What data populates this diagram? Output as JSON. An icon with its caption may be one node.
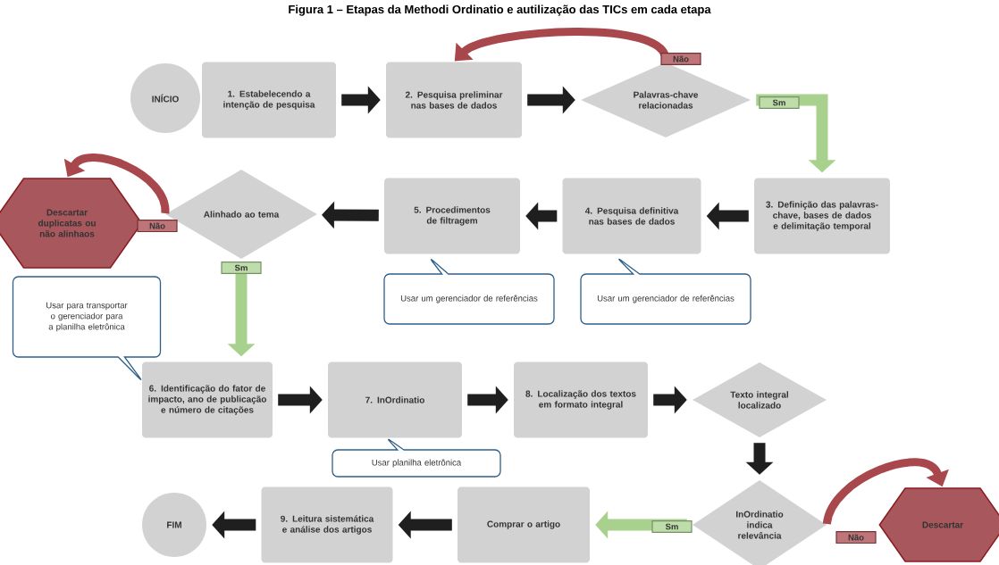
{
  "diagram": {
    "title": "Figura 1 – Etapas da Methodi Ordinatio e autilização das TICs em cada etapa",
    "nodes": [
      {
        "text": [
          "INÍCIO"
        ]
      },
      {
        "text": [
          "1. Estabelecendo a intenção de pesquisa"
        ]
      },
      {
        "text": [
          "2. Pesquisa preliminar nas bases de dados"
        ]
      },
      {
        "text": [
          "Palavras-chave relacionadas"
        ]
      },
      {
        "text": [
          "3. Definição das palavras-chave, bases de dados e delimitação temporal"
        ]
      },
      {
        "text": [
          "4. Pesquisa definitiva nas bases de dados"
        ]
      },
      {
        "text": [
          "5. Procedimentos de filtragem"
        ]
      },
      {
        "text": [
          "Alinhado ao tema"
        ]
      },
      {
        "text": [
          "Descartar duplicatas ou não alinhaos"
        ]
      },
      {
        "text": [
          "Usar para transportar o gerenciador para a planilha eletrônica"
        ]
      },
      {
        "text": [
          "Usar um gerenciador de referências"
        ]
      },
      {
        "text": [
          "Usar um gerenciador de referências"
        ]
      },
      {
        "text": [
          "6. Identificação do fator de impacto, ano de publicação e número de citações"
        ]
      },
      {
        "text": [
          "7. InOrdinatio"
        ]
      },
      {
        "text": [
          "8. Localização dos textos em formato integral"
        ]
      },
      {
        "text": [
          "Texto integral localizado"
        ]
      },
      {
        "text": [
          "Usar planilha eletrônica"
        ]
      },
      {
        "text": [
          "InOrdinatio indica relevância"
        ]
      },
      {
        "text": [
          "Comprar o artigo"
        ]
      },
      {
        "text": [
          "9. Leitura sistemática e análise dos artigos"
        ]
      },
      {
        "text": [
          "FIM"
        ]
      },
      {
        "text": [
          "Descartar"
        ]
      }
    ],
    "edges": [
      {
        "from": 1,
        "to": 2,
        "arrow": "to"
      },
      {
        "from": 2,
        "to": 3,
        "arrow": "to"
      },
      {
        "from": 3,
        "to": 2,
        "arrow": "to",
        "label": "Não",
        "color": "#a8474c"
      },
      {
        "from": 3,
        "to": 4,
        "arrow": "to",
        "label": "Sm",
        "color": "#a9d18e"
      },
      {
        "from": 4,
        "to": 5,
        "arrow": "to"
      },
      {
        "from": 5,
        "to": 6,
        "arrow": "to"
      },
      {
        "from": 6,
        "to": 7,
        "arrow": "to"
      },
      {
        "from": 7,
        "to": 8,
        "arrow": "to",
        "label": "Não",
        "color": "#a8474c"
      },
      {
        "from": 7,
        "to": 12,
        "arrow": "to",
        "label": "Sm",
        "color": "#a9d18e"
      },
      {
        "from": 12,
        "to": 13,
        "arrow": "to"
      },
      {
        "from": 13,
        "to": 14,
        "arrow": "to"
      },
      {
        "from": 14,
        "to": 15,
        "arrow": "to"
      },
      {
        "from": 15,
        "to": 17,
        "arrow": "to"
      },
      {
        "from": 17,
        "to": 18,
        "arrow": "to",
        "label": "Sm",
        "color": "#a9d18e"
      },
      {
        "from": 17,
        "to": 21,
        "arrow": "to",
        "label": "Não",
        "color": "#a8474c"
      },
      {
        "from": 18,
        "to": 19,
        "arrow": "to"
      },
      {
        "from": 19,
        "to": 20,
        "arrow": "to"
      }
    ]
  }
}
